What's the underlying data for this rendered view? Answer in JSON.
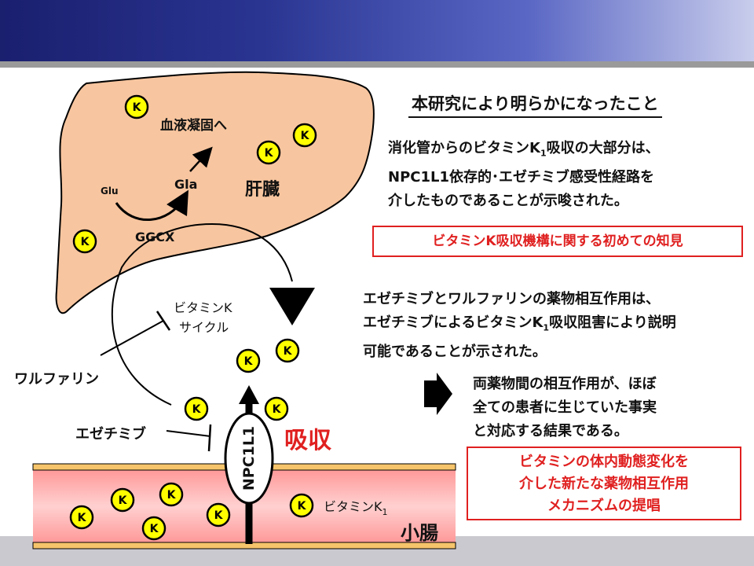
{
  "slide": {
    "header_color": "#2a3592"
  },
  "diagram": {
    "liver_label": "肝臓",
    "intestine_label": "小腸",
    "blood_clotting_label": "血液凝固へ",
    "glu_label": "Glu",
    "gla_label": "Gla",
    "ggcx_label": "GGCX",
    "vitk_cycle_line1": "ビタミンK",
    "vitk_cycle_line2": "サイクル",
    "warfarin_label": "ワルファリン",
    "ezetimibe_label": "エゼチミブ",
    "npc1l1_label": "NPC1L1",
    "absorption_label": "吸収",
    "vitk1_label_base": "ビタミンK",
    "vitk1_label_sub": "1",
    "k_symbol": "K",
    "colors": {
      "liver_fill": "#f7c59f",
      "intestine_fill": "#ff8a8a",
      "intestine_border": "#f6c46a",
      "k_fill": "#ffff00",
      "absorption_red": "#e02020"
    }
  },
  "findings": {
    "title": "本研究により明らかになったこと",
    "line1_pre": "消化管からのビタミンK",
    "line1_sub": "1",
    "line1_post": "吸収の大部分は、",
    "line2": "NPC1L1依存的･エゼチミブ感受性経路を",
    "line3": "介したものであることが示唆された。",
    "box1": "ビタミンK吸収機構に関する初めての知見",
    "interaction_line1": "エゼチミブとワルファリンの薬物相互作用は、",
    "interaction_line2_pre": "エゼチミブによるビタミンK",
    "interaction_line2_sub": "1",
    "interaction_line2_post": "吸収阻害により説明",
    "interaction_line3": "可能であることが示された。",
    "conclusion_line1": "両薬物間の相互作用が、ほぼ",
    "conclusion_line2": "全ての患者に生じていた事実",
    "conclusion_line3": "と対応する結果である。",
    "box2_line1": "ビタミンの体内動態変化を",
    "box2_line2": "介した新たな薬物相互作用",
    "box2_line3": "メカニズムの提唱"
  }
}
